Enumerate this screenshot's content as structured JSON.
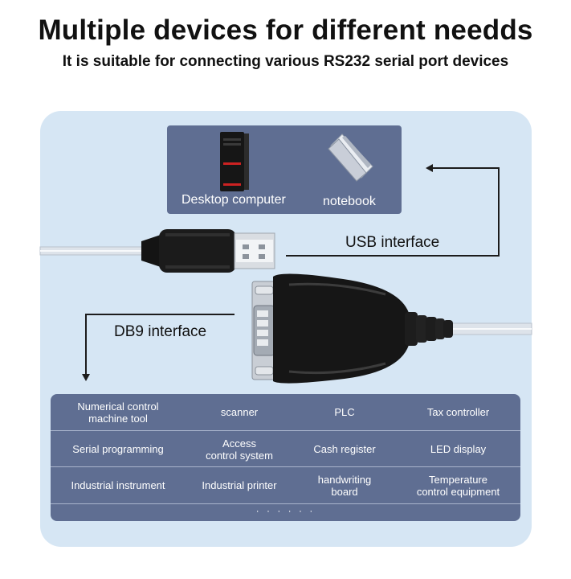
{
  "header": {
    "title": "Multiple devices for different needds",
    "subtitle": "It is suitable for connecting various RS232 serial port devices"
  },
  "computers": {
    "desktop_label": "Desktop computer",
    "notebook_label": "notebook"
  },
  "interfaces": {
    "usb_label": "USB interface",
    "db9_label": "DB9 interface"
  },
  "devices": {
    "rows": [
      [
        "Numerical control\nmachine tool",
        "scanner",
        "PLC",
        "Tax controller"
      ],
      [
        "Serial programming",
        "Access\ncontrol system",
        "Cash register",
        "LED display"
      ],
      [
        "Industrial instrument",
        "Industrial printer",
        "handwriting\nboard",
        "Temperature\ncontrol equipment"
      ]
    ],
    "more": "· · · · · ·"
  },
  "colors": {
    "panel_bg": "#d6e6f4",
    "box_bg": "#5f6e92",
    "cable_black": "#1b1b1b",
    "cable_grey": "#d7dde4"
  }
}
